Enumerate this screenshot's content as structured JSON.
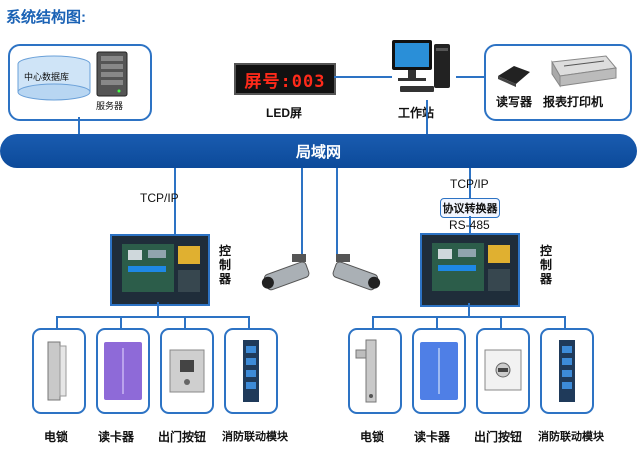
{
  "title": "系统结构图:",
  "network": {
    "bus_label": "局域网"
  },
  "server": {
    "db_label": "中心数据库",
    "server_label": "服务器"
  },
  "led": {
    "display_text": "屏号:003",
    "label": "LED屏"
  },
  "workstation": {
    "label": "工作站"
  },
  "peripherals": {
    "reader_label": "读写器",
    "printer_label": "报表打印机"
  },
  "left_branch": {
    "protocol": "TCP/IP",
    "controller_label": "控制器",
    "devices": [
      "电锁",
      "读卡器",
      "出门按钮",
      "消防联动模块"
    ]
  },
  "right_branch": {
    "protocol": "TCP/IP",
    "converter_label": "协议转换器",
    "bus_protocol": "RS-485",
    "controller_label": "控制器",
    "devices": [
      "电锁",
      "读卡器",
      "出门按钮",
      "消防联动模块"
    ]
  },
  "colors": {
    "accent": "#2d73c4",
    "bus": "#0c4a9a",
    "title": "#1a62b5",
    "led_text": "#ff2a1a"
  }
}
